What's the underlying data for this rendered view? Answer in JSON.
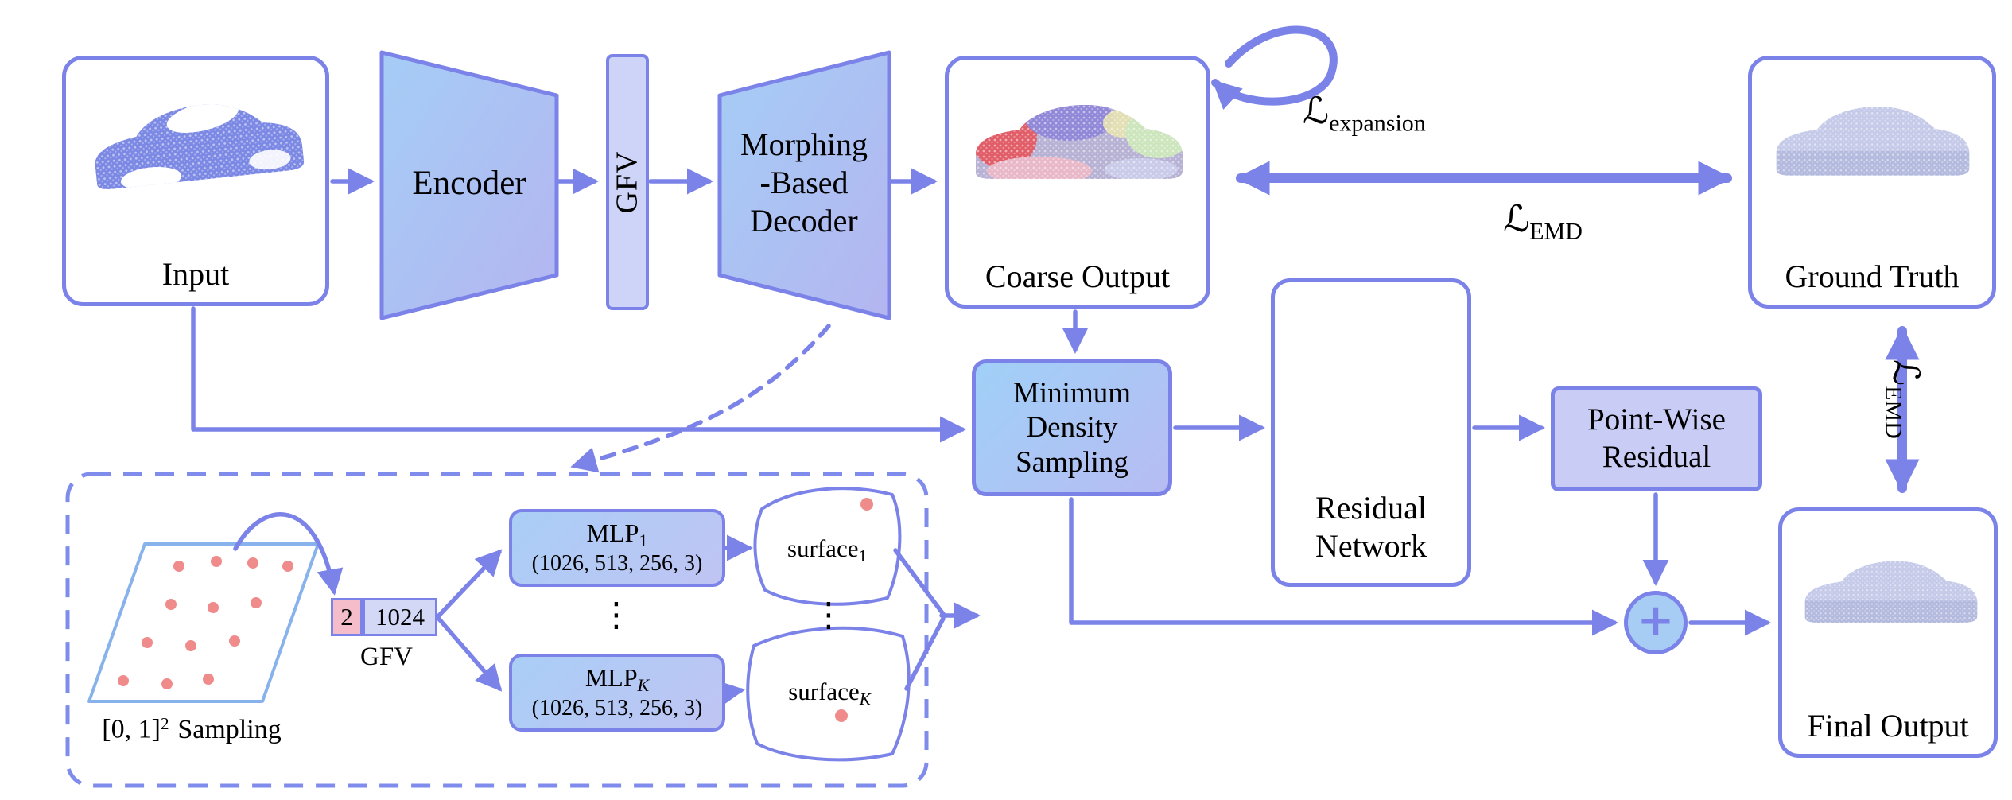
{
  "colors": {
    "accent": "#7b82e8",
    "light-blue": "#a5cdf6",
    "periwinkle": "#b4b5f0",
    "sample-dot": "#ef8b8b",
    "pink-box": "#f5bcca"
  },
  "nodes": {
    "input": {
      "label": "Input"
    },
    "encoder": {
      "label": "Encoder"
    },
    "gfv": {
      "label": "GFV"
    },
    "decoder": {
      "lines": [
        "Morphing",
        "-Based",
        "Decoder"
      ]
    },
    "coarse_output": {
      "label": "Coarse Output"
    },
    "ground_truth": {
      "label": "Ground Truth"
    },
    "mds": {
      "lines": [
        "Minimum",
        "Density",
        "Sampling"
      ]
    },
    "residual_network": {
      "lines": [
        "Residual",
        "Network"
      ]
    },
    "point_wise_residual": {
      "lines": [
        "Point-Wise",
        "Residual"
      ]
    },
    "final_output": {
      "label": "Final Output"
    },
    "plus": {
      "symbol": "+"
    }
  },
  "losses": {
    "expansion": {
      "symbol": "ℒ",
      "sub": "expansion"
    },
    "emd_coarse": {
      "symbol": "ℒ",
      "sub": "EMD"
    },
    "emd_final": {
      "symbol": "ℒ",
      "sub": "EMD"
    }
  },
  "detail": {
    "sampling": {
      "bracket": "[0, 1]",
      "power": "2",
      "word": "Sampling"
    },
    "uv_dim": "2",
    "gfv_dim": "1024",
    "gfv_caption": "GFV",
    "mlp_first": {
      "name": "MLP",
      "sub": "1",
      "dims": "(1026, 513, 256, 3)"
    },
    "mlp_last": {
      "name": "MLP",
      "sub": "K",
      "dims": "(1026, 513, 256, 3)"
    },
    "surface_first": {
      "name": "surface",
      "sub": "1"
    },
    "surface_last": {
      "name": "surface",
      "sub": "K"
    },
    "vdots": "⋮"
  }
}
